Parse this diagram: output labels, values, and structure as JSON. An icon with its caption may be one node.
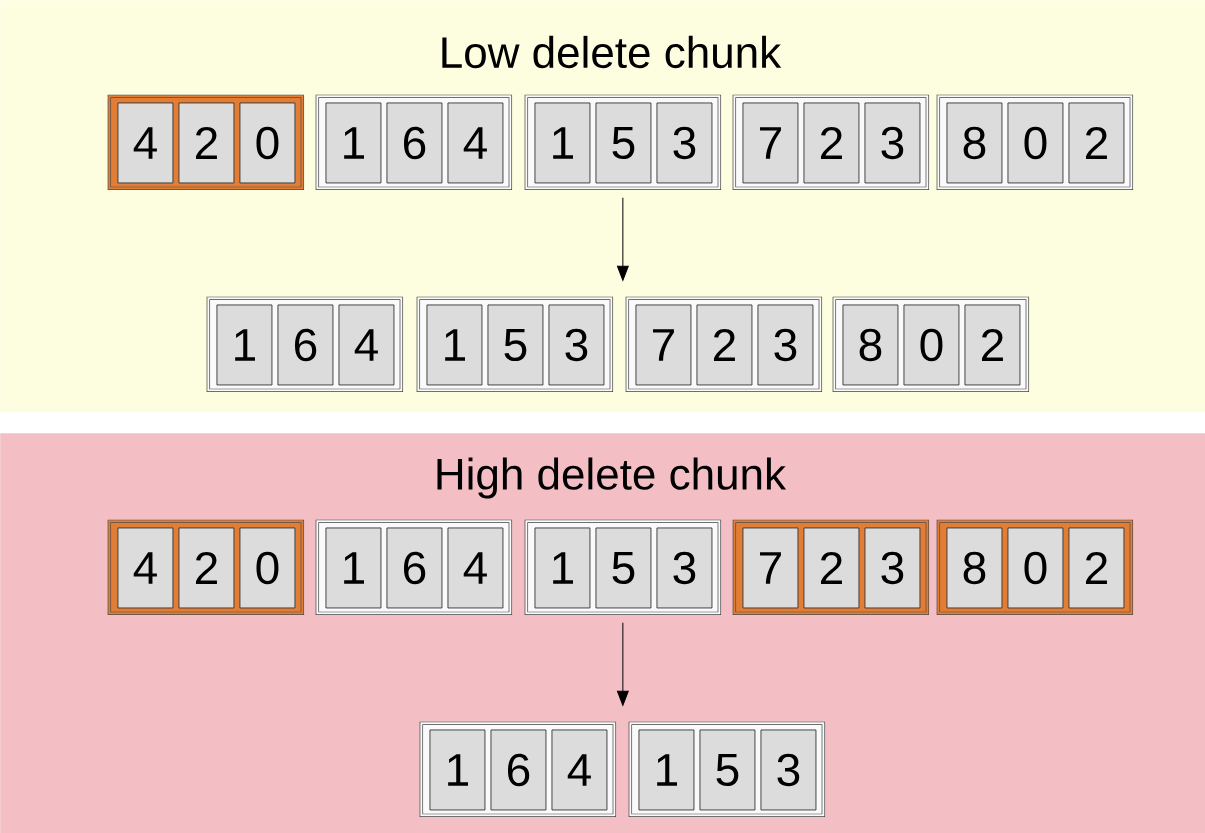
{
  "diagram": {
    "nodes": [
      {
        "text": [
          "Low delete chunk"
        ]
      },
      {
        "text": [],
        "shape": "box",
        "in": 0
      },
      {
        "text": [
          "4"
        ],
        "in": 1
      },
      {
        "text": [
          "2"
        ],
        "in": 1
      },
      {
        "text": [
          "0"
        ],
        "in": 1
      },
      {
        "text": [],
        "shape": "box",
        "in": 0
      },
      {
        "text": [
          "1"
        ],
        "in": 5
      },
      {
        "text": [
          "6"
        ],
        "in": 5
      },
      {
        "text": [
          "4"
        ],
        "in": 5
      },
      {
        "text": [],
        "shape": "box",
        "in": 0
      },
      {
        "text": [
          "1"
        ],
        "in": 9
      },
      {
        "text": [
          "5"
        ],
        "in": 9
      },
      {
        "text": [
          "3"
        ],
        "in": 9
      },
      {
        "text": [],
        "shape": "box",
        "in": 0
      },
      {
        "text": [
          "7"
        ],
        "in": 13
      },
      {
        "text": [
          "2"
        ],
        "in": 13
      },
      {
        "text": [
          "3"
        ],
        "in": 13
      },
      {
        "text": [],
        "shape": "box",
        "in": 0
      },
      {
        "text": [
          "8"
        ],
        "in": 17
      },
      {
        "text": [
          "0"
        ],
        "in": 17
      },
      {
        "text": [
          "2"
        ],
        "in": 17
      },
      {
        "text": [],
        "shape": "box",
        "in": 0
      },
      {
        "text": [
          "1"
        ],
        "in": 21
      },
      {
        "text": [
          "6"
        ],
        "in": 21
      },
      {
        "text": [
          "4"
        ],
        "in": 21
      },
      {
        "text": [],
        "shape": "box",
        "in": 0
      },
      {
        "text": [
          "1"
        ],
        "in": 25
      },
      {
        "text": [
          "5"
        ],
        "in": 25
      },
      {
        "text": [
          "3"
        ],
        "in": 25
      },
      {
        "text": [],
        "shape": "box",
        "in": 0
      },
      {
        "text": [
          "7"
        ],
        "in": 29
      },
      {
        "text": [
          "2"
        ],
        "in": 29
      },
      {
        "text": [
          "3"
        ],
        "in": 29
      },
      {
        "text": [],
        "shape": "box",
        "in": 0
      },
      {
        "text": [
          "8"
        ],
        "in": 33
      },
      {
        "text": [
          "0"
        ],
        "in": 33
      },
      {
        "text": [
          "2"
        ],
        "in": 33
      },
      {
        "text": [
          "High delete chunk"
        ]
      },
      {
        "text": [],
        "shape": "box",
        "in": 37
      },
      {
        "text": [
          "4"
        ],
        "in": 38
      },
      {
        "text": [
          "2"
        ],
        "in": 38
      },
      {
        "text": [
          "0"
        ],
        "in": 38
      },
      {
        "text": [],
        "shape": "box",
        "in": 37
      },
      {
        "text": [
          "1"
        ],
        "in": 42
      },
      {
        "text": [
          "6"
        ],
        "in": 42
      },
      {
        "text": [
          "4"
        ],
        "in": 42
      },
      {
        "text": [],
        "shape": "box",
        "in": 37
      },
      {
        "text": [
          "1"
        ],
        "in": 46
      },
      {
        "text": [
          "5"
        ],
        "in": 46
      },
      {
        "text": [
          "3"
        ],
        "in": 46
      },
      {
        "text": [],
        "shape": "box",
        "in": 37
      },
      {
        "text": [
          "7"
        ],
        "in": 50
      },
      {
        "text": [
          "2"
        ],
        "in": 50
      },
      {
        "text": [
          "3"
        ],
        "in": 50
      },
      {
        "text": [],
        "shape": "box",
        "in": 37
      },
      {
        "text": [
          "8"
        ],
        "in": 54
      },
      {
        "text": [
          "0"
        ],
        "in": 54
      },
      {
        "text": [
          "2"
        ],
        "in": 54
      },
      {
        "text": [],
        "shape": "box",
        "in": 37
      },
      {
        "text": [
          "1"
        ],
        "in": 58
      },
      {
        "text": [
          "6"
        ],
        "in": 58
      },
      {
        "text": [
          "4"
        ],
        "in": 58
      },
      {
        "text": [],
        "shape": "box",
        "in": 37
      },
      {
        "text": [
          "1"
        ],
        "in": 62
      },
      {
        "text": [
          "5"
        ],
        "in": 62
      },
      {
        "text": [
          "3"
        ],
        "in": 62
      }
    ],
    "edges": [
      {
        "from": 9,
        "to": null,
        "arrow": "to"
      },
      {
        "from": 46,
        "to": null,
        "arrow": "to"
      }
    ]
  }
}
